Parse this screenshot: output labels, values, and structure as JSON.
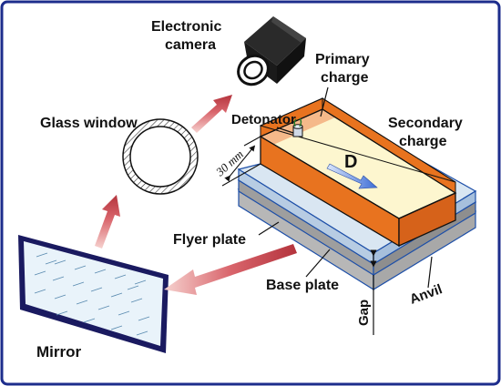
{
  "labels": {
    "electronic_camera": [
      "Electronic",
      "camera"
    ],
    "primary_charge": [
      "Primary",
      "charge"
    ],
    "glass_window": "Glass window",
    "detonator": "Detonator",
    "secondary_charge": [
      "Secondary",
      "charge"
    ],
    "dimension": "30 mm",
    "detonation_direction": "D",
    "flyer_plate": "Flyer plate",
    "base_plate": "Base plate",
    "gap": "Gap",
    "anvil": "Anvil",
    "mirror": "Mirror"
  },
  "colors": {
    "border": "#1d2d8c",
    "outline": "#111111",
    "charge_primary": "#e8731f",
    "charge_secondary": "#fdf6cf",
    "charge_primary_light": "#f5b98a",
    "flyer_plate": "#c7d8ea",
    "flyer_plate_side": "#b7cce3",
    "base_plate": "#b3b3b3",
    "base_plate_side": "#9e9e9e",
    "anvil": "#d7d7d7",
    "light_path_arrow": "#c44a52",
    "mirror_glass": "#e9f3fa",
    "mirror_frame": "#1a1a60",
    "window_glass": "#ffffff",
    "detonation_arrow": "#4a7bd8",
    "camera_body": "#1a1a1a"
  },
  "icons": [
    "electronic-camera-icon",
    "glass-window-icon",
    "mirror-icon",
    "detonator-icon"
  ]
}
